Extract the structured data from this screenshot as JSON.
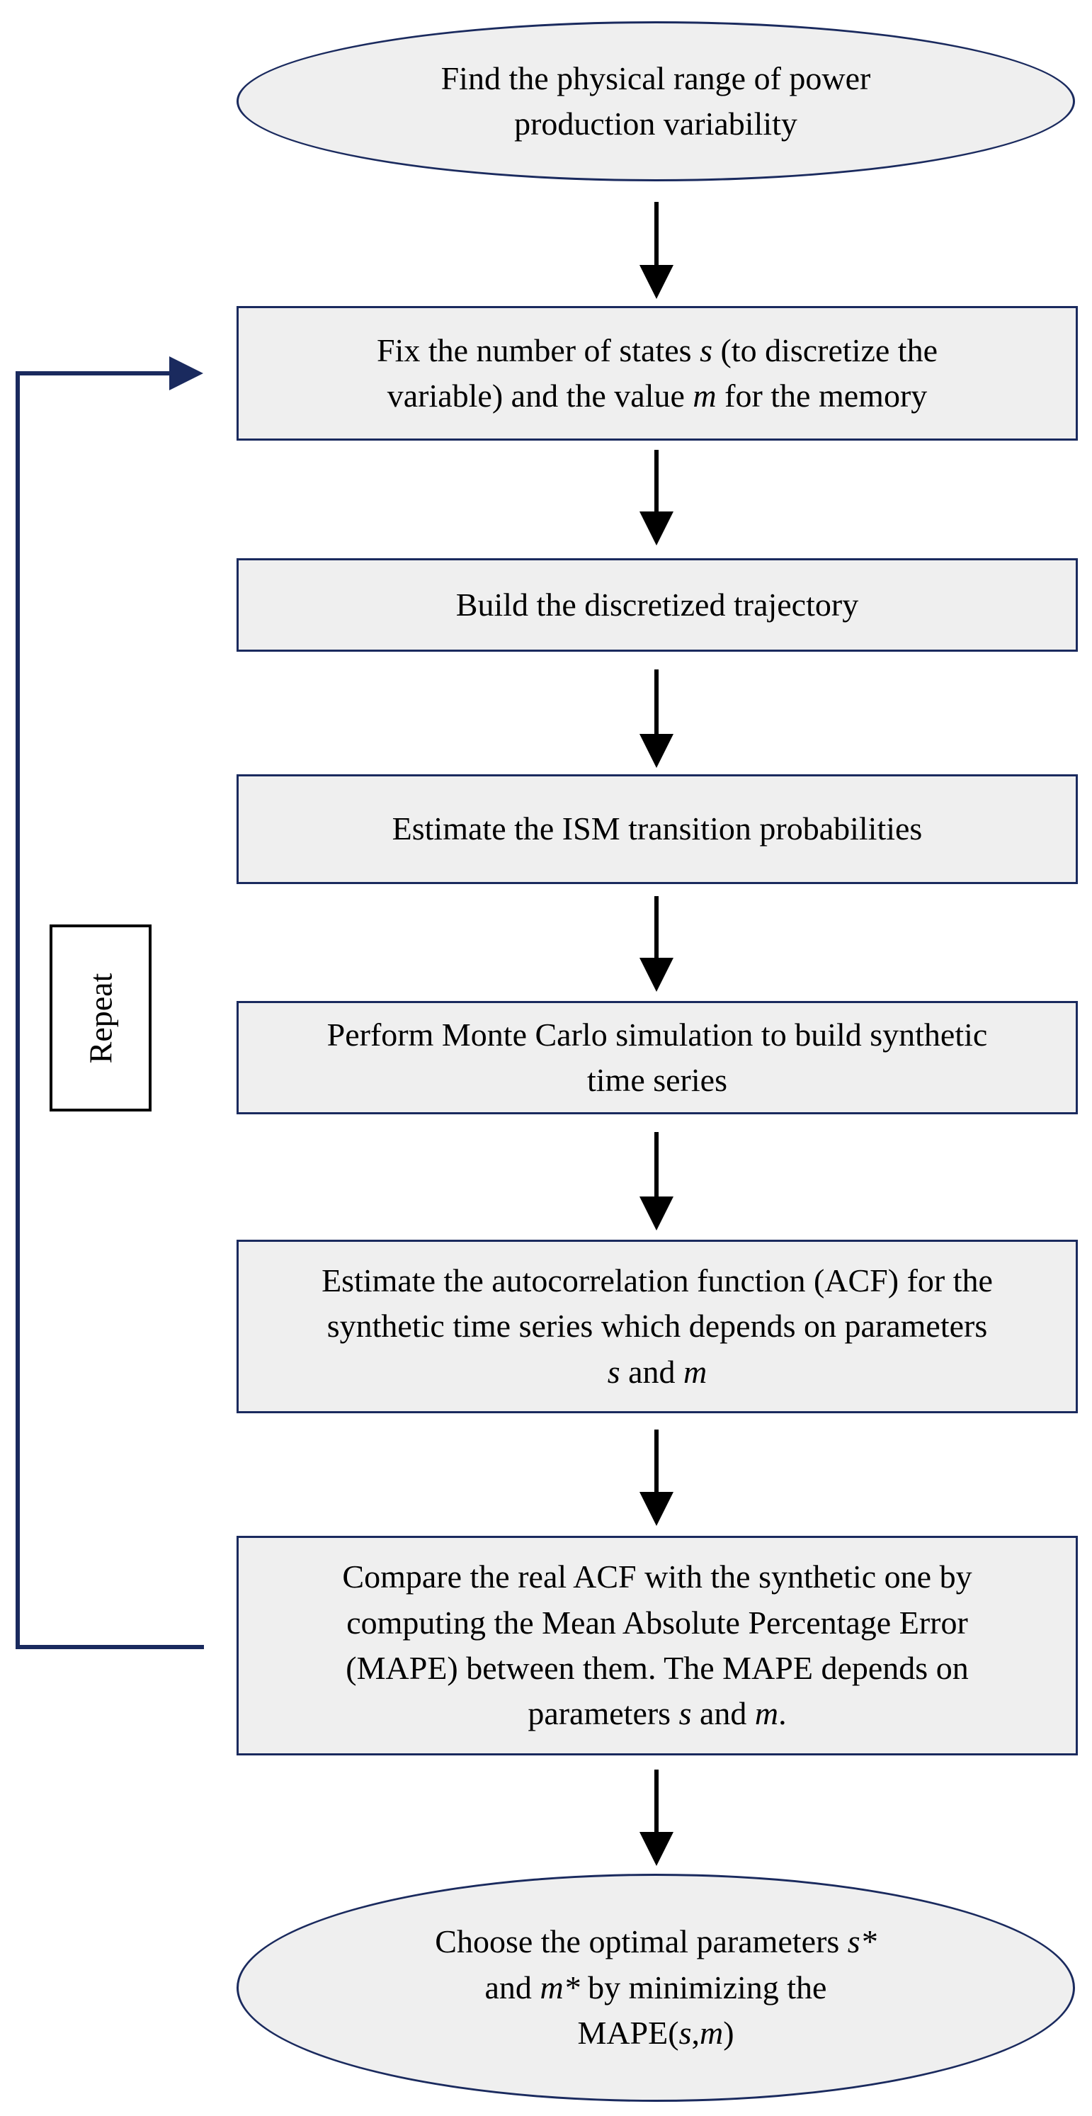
{
  "nodes": [
    {
      "id": "start",
      "shape": "oval",
      "lines": [
        [
          {
            "t": "Find the physical range of power"
          }
        ],
        [
          {
            "t": "production variability"
          }
        ]
      ]
    },
    {
      "id": "fix-states",
      "shape": "rect",
      "lines": [
        [
          {
            "t": "Fix the number of states "
          },
          {
            "t": "s",
            "i": true
          },
          {
            "t": " (to discretize the"
          }
        ],
        [
          {
            "t": "variable) and the value "
          },
          {
            "t": "m",
            "i": true
          },
          {
            "t": " for the memory"
          }
        ]
      ]
    },
    {
      "id": "build-trajectory",
      "shape": "rect",
      "lines": [
        [
          {
            "t": "Build the discretized trajectory"
          }
        ]
      ]
    },
    {
      "id": "estimate-ism",
      "shape": "rect",
      "lines": [
        [
          {
            "t": "Estimate the ISM transition probabilities"
          }
        ]
      ]
    },
    {
      "id": "monte-carlo",
      "shape": "rect",
      "lines": [
        [
          {
            "t": "Perform Monte Carlo simulation to build synthetic"
          }
        ],
        [
          {
            "t": "time series"
          }
        ]
      ]
    },
    {
      "id": "estimate-acf",
      "shape": "rect",
      "lines": [
        [
          {
            "t": "Estimate the autocorrelation function (ACF) for the"
          }
        ],
        [
          {
            "t": "synthetic time series which depends on parameters"
          }
        ],
        [
          {
            "t": "s",
            "i": true
          },
          {
            "t": " and "
          },
          {
            "t": "m",
            "i": true
          }
        ]
      ]
    },
    {
      "id": "compare-acf",
      "shape": "rect",
      "lines": [
        [
          {
            "t": "Compare the real ACF with the synthetic one by"
          }
        ],
        [
          {
            "t": "computing the Mean Absolute Percentage Error"
          }
        ],
        [
          {
            "t": "(MAPE) between them. The MAPE depends on"
          }
        ],
        [
          {
            "t": "parameters "
          },
          {
            "t": "s",
            "i": true
          },
          {
            "t": " and "
          },
          {
            "t": "m",
            "i": true
          },
          {
            "t": "."
          }
        ]
      ]
    },
    {
      "id": "choose-optimal",
      "shape": "oval",
      "lines": [
        [
          {
            "t": "Choose the optimal parameters "
          },
          {
            "t": "s*",
            "i": true
          }
        ],
        [
          {
            "t": "and "
          },
          {
            "t": "m*",
            "i": true
          },
          {
            "t": " by minimizing the"
          }
        ],
        [
          {
            "t": "MAPE("
          },
          {
            "t": "s",
            "i": true
          },
          {
            "t": ","
          },
          {
            "t": "m",
            "i": true
          },
          {
            "t": ")"
          }
        ]
      ]
    }
  ],
  "repeat_label": "Repeat",
  "colors": {
    "fill": "#efefef",
    "border": "#1a2a5e",
    "arrow": "#000000",
    "loop": "#1a2a5e"
  }
}
